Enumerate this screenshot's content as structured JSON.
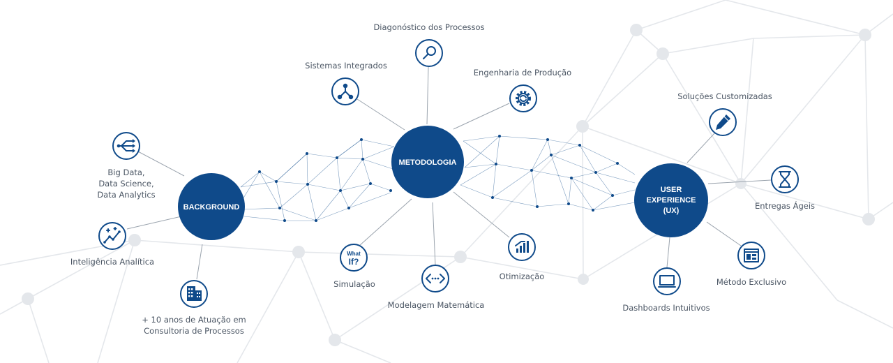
{
  "colors": {
    "hub": "#0f4a8a",
    "connector": "#9aa3ad",
    "background_network": "#e4e7eb",
    "label": "#4a5563"
  },
  "hubs": {
    "background": "BACKGROUND",
    "metodologia": "METODOLOGIA",
    "ux_line1": "USER",
    "ux_line2": "EXPERIENCE",
    "ux_line3": "(UX)"
  },
  "nodes": {
    "big_data_line1": "Big Data,",
    "big_data_line2": "Data Science,",
    "big_data_line3": "Data Analytics",
    "inteligencia": "Inteligência Analítica",
    "atuacao_line1": "+ 10 anos de Atuação em",
    "atuacao_line2": "Consultoria de Processos",
    "diagnostico": "Diagonóstico dos Processos",
    "sistemas": "Sistemas Integrados",
    "engenharia": "Engenharia de Produção",
    "simulacao": "Simulação",
    "whatif_line1": "What",
    "whatif_line2": "If?",
    "modelagem": "Modelagem Matemática",
    "otimizacao": "Otimização",
    "solucoes": "Soluções Customizadas",
    "entregas": "Entregas Ágeis",
    "metodo": "Método Exclusivo",
    "dashboards": "Dashboards Intuitivos"
  },
  "icons": [
    "flow-split-icon",
    "analytics-trend-icon",
    "building-icon",
    "magnifier-icon",
    "network-nodes-icon",
    "gear-cycle-icon",
    "what-if-icon",
    "code-brackets-icon",
    "bar-chart-icon",
    "pencil-icon",
    "hourglass-icon",
    "layout-grid-icon",
    "monitor-icon"
  ]
}
